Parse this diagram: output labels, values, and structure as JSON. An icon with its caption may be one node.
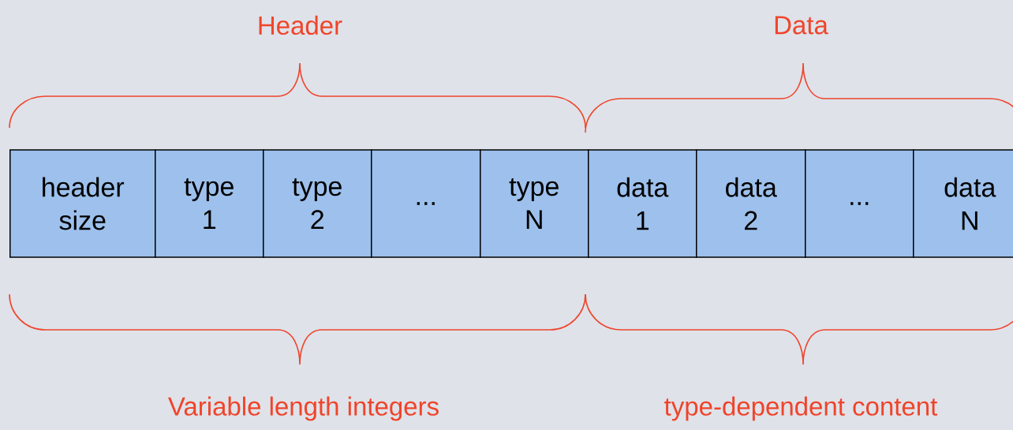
{
  "diagram": {
    "nodes": [
      {
        "text": [
          "header size"
        ]
      },
      {
        "text": [
          "type 1"
        ]
      },
      {
        "text": [
          "type 2"
        ]
      },
      {
        "text": [
          "..."
        ]
      },
      {
        "text": [
          "type N"
        ]
      },
      {
        "text": [
          "data 1"
        ]
      },
      {
        "text": [
          "data 2"
        ]
      },
      {
        "text": [
          "..."
        ]
      },
      {
        "text": [
          "data N"
        ]
      }
    ],
    "labels": [
      "Header",
      "Data",
      "Variable length integers",
      "type-dependent content"
    ]
  }
}
